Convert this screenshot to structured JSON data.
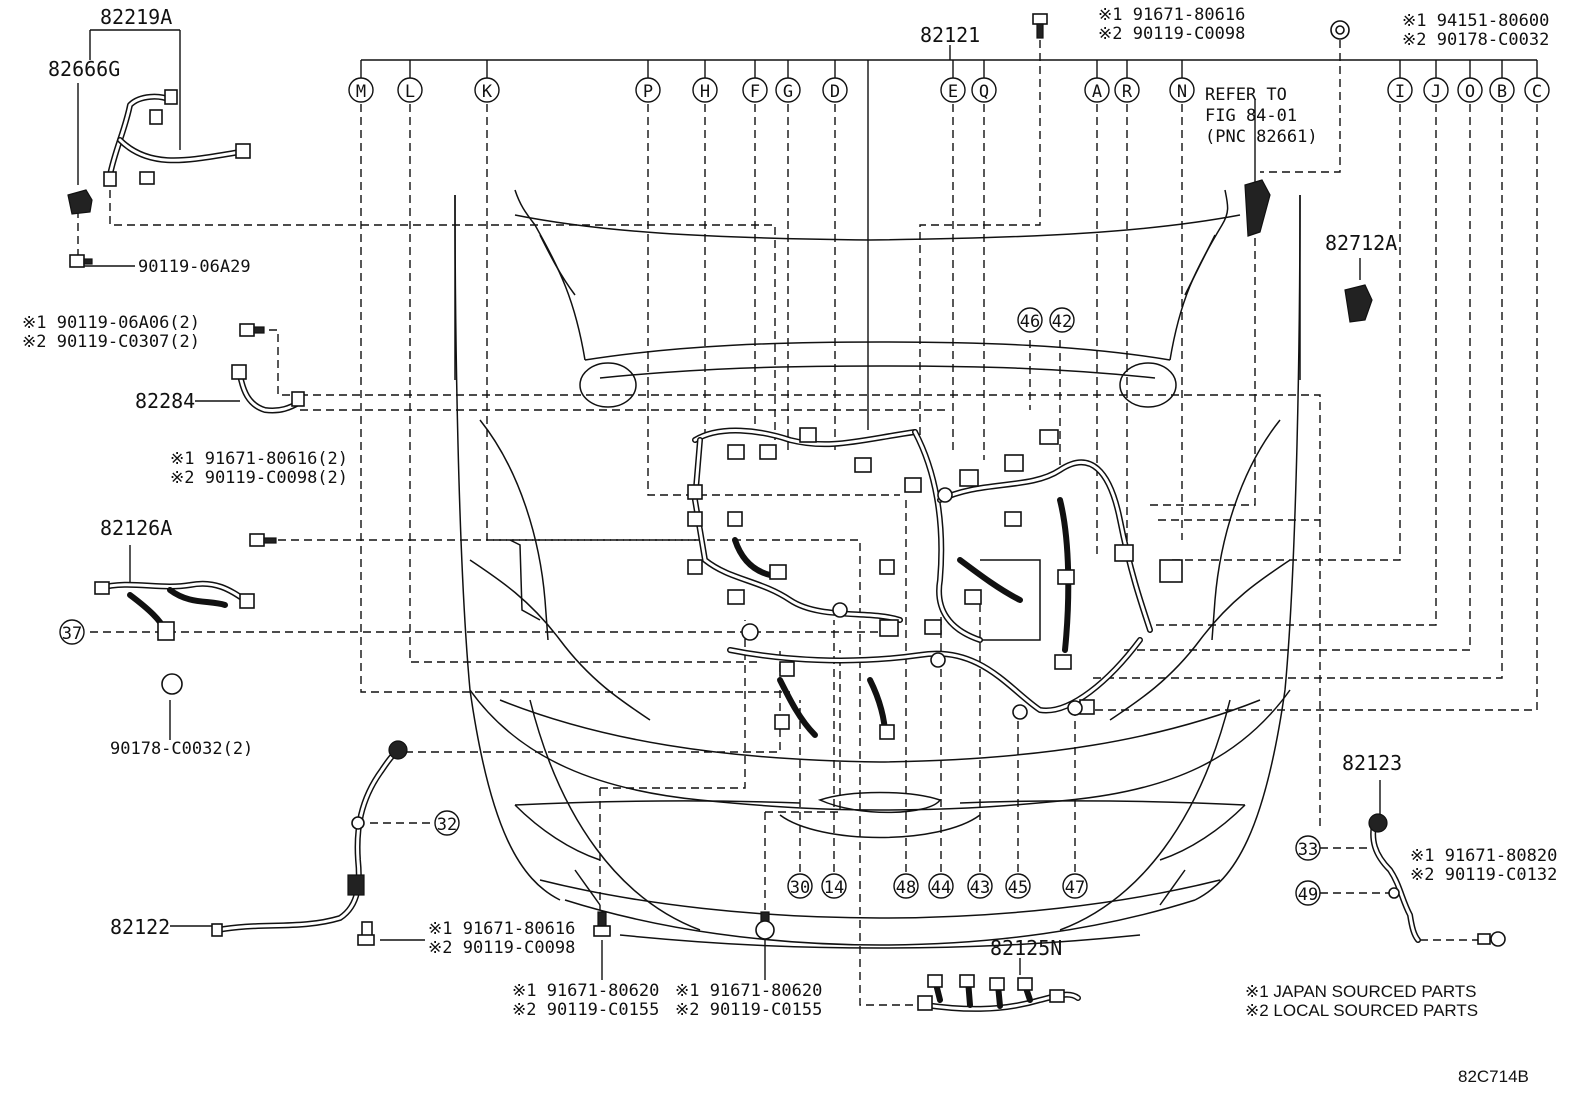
{
  "figure": {
    "code": "82C714B"
  },
  "parts": {
    "p82219A": "82219A",
    "p82666G": "82666G",
    "p82121": "82121",
    "p82284": "82284",
    "p82126A": "82126A",
    "p82712A": "82712A",
    "p82123": "82123",
    "p82122": "82122",
    "p82125N": "82125N"
  },
  "hardware": {
    "bolt_06A29": "90119-06A29",
    "bolt_top_j": "※1 91671-80616",
    "bolt_top_l": "※2 90119-C0098",
    "nut_top_j": "※1 94151-80600",
    "nut_top_l": "※2 90178-C0032",
    "b82284_j": "※1 90119-06A06(2)",
    "b82284_l": "※2 90119-C0307(2)",
    "b82126_j": "※1 91671-80616(2)",
    "b82126_l": "※2 90119-C0098(2)",
    "nut_82126": "90178-C0032(2)",
    "b82122_j": "※1 91671-80616",
    "b82122_l": "※2 90119-C0098",
    "b_bottom1_j": "※1 91671-80620",
    "b_bottom1_l": "※2 90119-C0155",
    "b_bottom2_j": "※1 91671-80620",
    "b_bottom2_l": "※2 90119-C0155",
    "b82123_j": "※1 91671-80820",
    "b82123_l": "※2 90119-C0132"
  },
  "refer": {
    "line1": "REFER TO",
    "line2": "FIG 84-01",
    "line3": "(PNC 82661)"
  },
  "legend": {
    "japan": "※1 JAPAN SOURCED PARTS",
    "local": "※2 LOCAL SOURCED PARTS"
  },
  "letters": [
    "M",
    "L",
    "K",
    "P",
    "H",
    "F",
    "G",
    "D",
    "E",
    "Q",
    "A",
    "R",
    "N",
    "I",
    "J",
    "O",
    "B",
    "C"
  ],
  "numbers": {
    "n46": "46",
    "n42": "42",
    "n37": "37",
    "n32": "32",
    "n33": "33",
    "n49": "49",
    "n30": "30",
    "n14": "14",
    "n48": "48",
    "n44": "44",
    "n43": "43",
    "n45": "45",
    "n47": "47"
  }
}
